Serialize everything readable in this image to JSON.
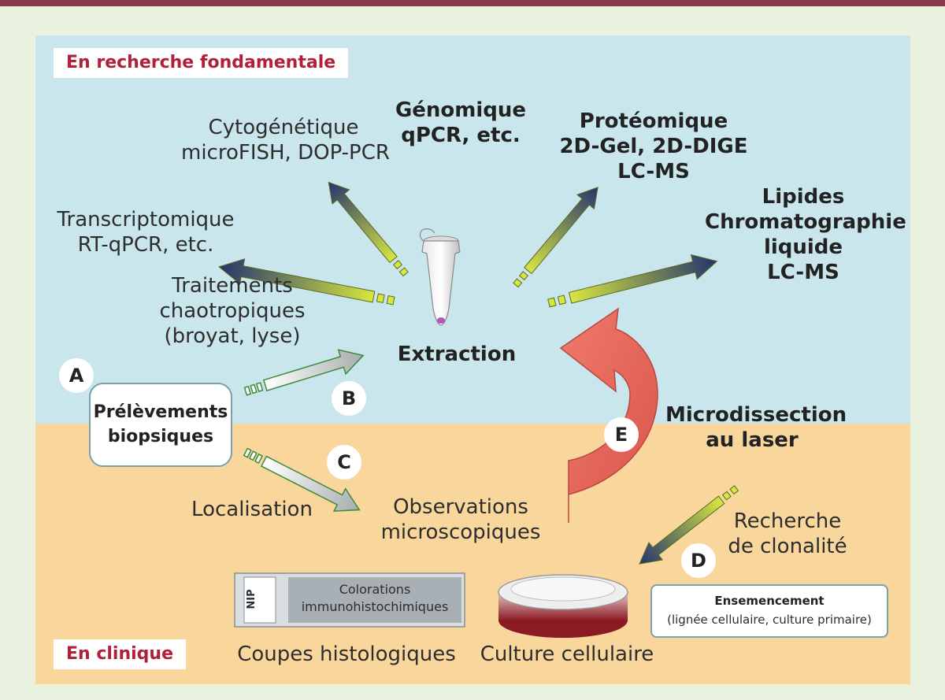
{
  "sections": {
    "research": "En recherche fondamentale",
    "clinic": "En clinique"
  },
  "methods": {
    "cyto_title": "Cytogénétique",
    "cyto_sub": "microFISH, DOP-PCR",
    "genom_title": "Génomique",
    "genom_sub": "qPCR, etc.",
    "proteo_title": "Protéomique",
    "proteo_sub1": "2D-Gel, 2D-DIGE",
    "proteo_sub2": "LC-MS",
    "lip_title": "Lipides",
    "lip_sub1": "Chromatographie",
    "lip_sub2": "liquide",
    "lip_sub3": "LC-MS",
    "trans_title": "Transcriptomique",
    "trans_sub": "RT-qPCR, etc."
  },
  "center": {
    "treat1": "Traitements",
    "treat2": "chaotropiques",
    "treat3": "(broyat, lyse)",
    "extraction": "Extraction"
  },
  "nodes": {
    "biopsy1": "Prélèvements",
    "biopsy2": "biopsiques",
    "localisation": "Localisation",
    "obs1": "Observations",
    "obs2": "microscopiques",
    "laser1": "Microdissection",
    "laser2": "au laser",
    "clon1": "Recherche",
    "clon2": "de clonalité",
    "ens_title": "Ensemencement",
    "ens_sub": "(lignée cellulaire, culture primaire)",
    "slide_code": "NIP",
    "slide1": "Colorations",
    "slide2": "immunohistochimiques",
    "coupes": "Coupes histologiques",
    "culture": "Culture cellulaire"
  },
  "markers": {
    "a": "A",
    "b": "B",
    "c": "C",
    "d": "D",
    "e": "E"
  },
  "colors": {
    "background": "#e9f1df",
    "research_panel": "#c9e6ec",
    "clinic_panel": "#f9d79c",
    "top_bar": "#8a3a4a",
    "tag_text": "#b0203a",
    "laser_arrow": "#e0665a"
  }
}
